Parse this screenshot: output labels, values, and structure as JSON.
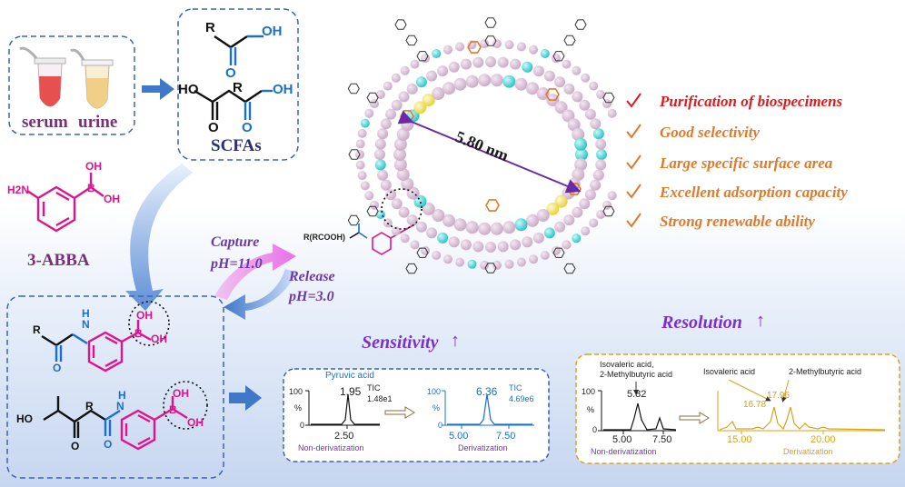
{
  "samples": {
    "serum": "serum",
    "urine": "urine"
  },
  "scfa_label": "SCFAs",
  "reagent_label": "3-ABBA",
  "capture": {
    "label": "Capture",
    "ph": "pH=11.0"
  },
  "release": {
    "label": "Release",
    "ph": "pH=3.0"
  },
  "pore_size": "5.80 nm",
  "adduct_label": "R(RCOOH)",
  "features": [
    "Purification of biospecimens",
    "Good selectivity",
    "Large specific surface area",
    "Excellent adsorption capacity",
    "Strong renewable ability"
  ],
  "sensitivity": {
    "label": "Sensitivity",
    "arrow": "↑"
  },
  "resolution": {
    "label": "Resolution",
    "arrow": "↑"
  },
  "chem": {
    "R": "R",
    "OH": "OH",
    "HO": "HO",
    "O": "O",
    "H2N": "H2N",
    "B": "B",
    "N": "N",
    "H": "H"
  },
  "sens_panel": {
    "before": {
      "compound": "Pyruvic acid",
      "peak": "1.95",
      "tic": "TIC",
      "tic_value": "1.48e1",
      "tick": "2.50",
      "caption": "Non-derivatization",
      "ylabel": "%",
      "ymax": "100",
      "ymin": "0"
    },
    "after": {
      "peak": "6.36",
      "tic": "TIC",
      "tic_value": "4.69e6",
      "ticks": [
        "5.00",
        "7.50"
      ],
      "caption": "Derivatization",
      "ylabel": "%",
      "ymax": "100",
      "ymin": "0"
    }
  },
  "res_panel": {
    "before": {
      "compound": "Isovaleric acid,\n2-Methylbutyric acid",
      "compound_l1": "Isovaleric acid,",
      "compound_l2": "2-Methylbutyric acid",
      "peak": "5.82",
      "ticks": [
        "5.00",
        "7.50"
      ],
      "caption": "Non-derivatization",
      "ylabel": "%",
      "ymax": "100",
      "ymin": "0"
    },
    "after": {
      "c1": "Isovaleric acid",
      "c2": "2-Methylbutyric acid",
      "p1": "16.78",
      "p2": "17.96",
      "ticks": [
        "15.00",
        "20.00"
      ],
      "caption": "Derivatization"
    }
  },
  "colors": {
    "blue": "#1a6fd0",
    "magenta": "#e0148a",
    "purple": "#7b2fd0",
    "orange": "#e07a2a",
    "red": "#e01b1b",
    "dashed_box": "#3a63b8",
    "gold": "#d9a21b"
  }
}
